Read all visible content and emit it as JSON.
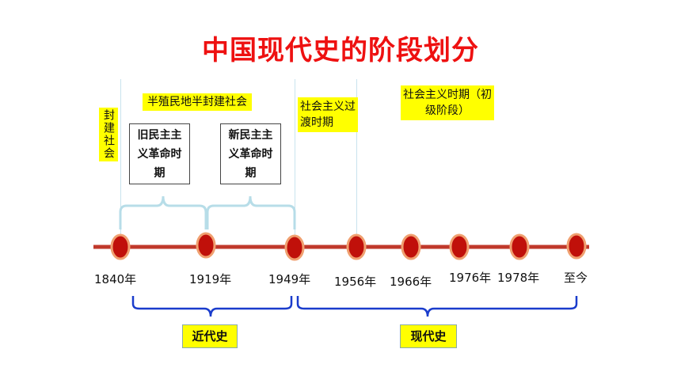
{
  "title": "中国现代史的阶段划分",
  "labels": {
    "feudal": "封建社会",
    "semi_colonial": "半殖民地半封建社会",
    "transition": "社会主义过渡时期",
    "socialist": "社会主义时期（初级阶段）"
  },
  "boxes": {
    "old_democratic": "旧民主主义革命时期",
    "new_democratic": "新民主主义革命时期"
  },
  "years": [
    "1840年",
    "1919年",
    "1949年",
    "1956年",
    "1966年",
    "1976年",
    "1978年",
    "至今"
  ],
  "periods": {
    "modern": "近代史",
    "contemporary": "现代史"
  },
  "colors": {
    "title": "#ee1111",
    "timeline": "#c0392b",
    "node_fill": "#c0100a",
    "highlight": "#ffff00",
    "brace_top": "#b7dde8",
    "brace_bottom": "#1a3ccc"
  }
}
